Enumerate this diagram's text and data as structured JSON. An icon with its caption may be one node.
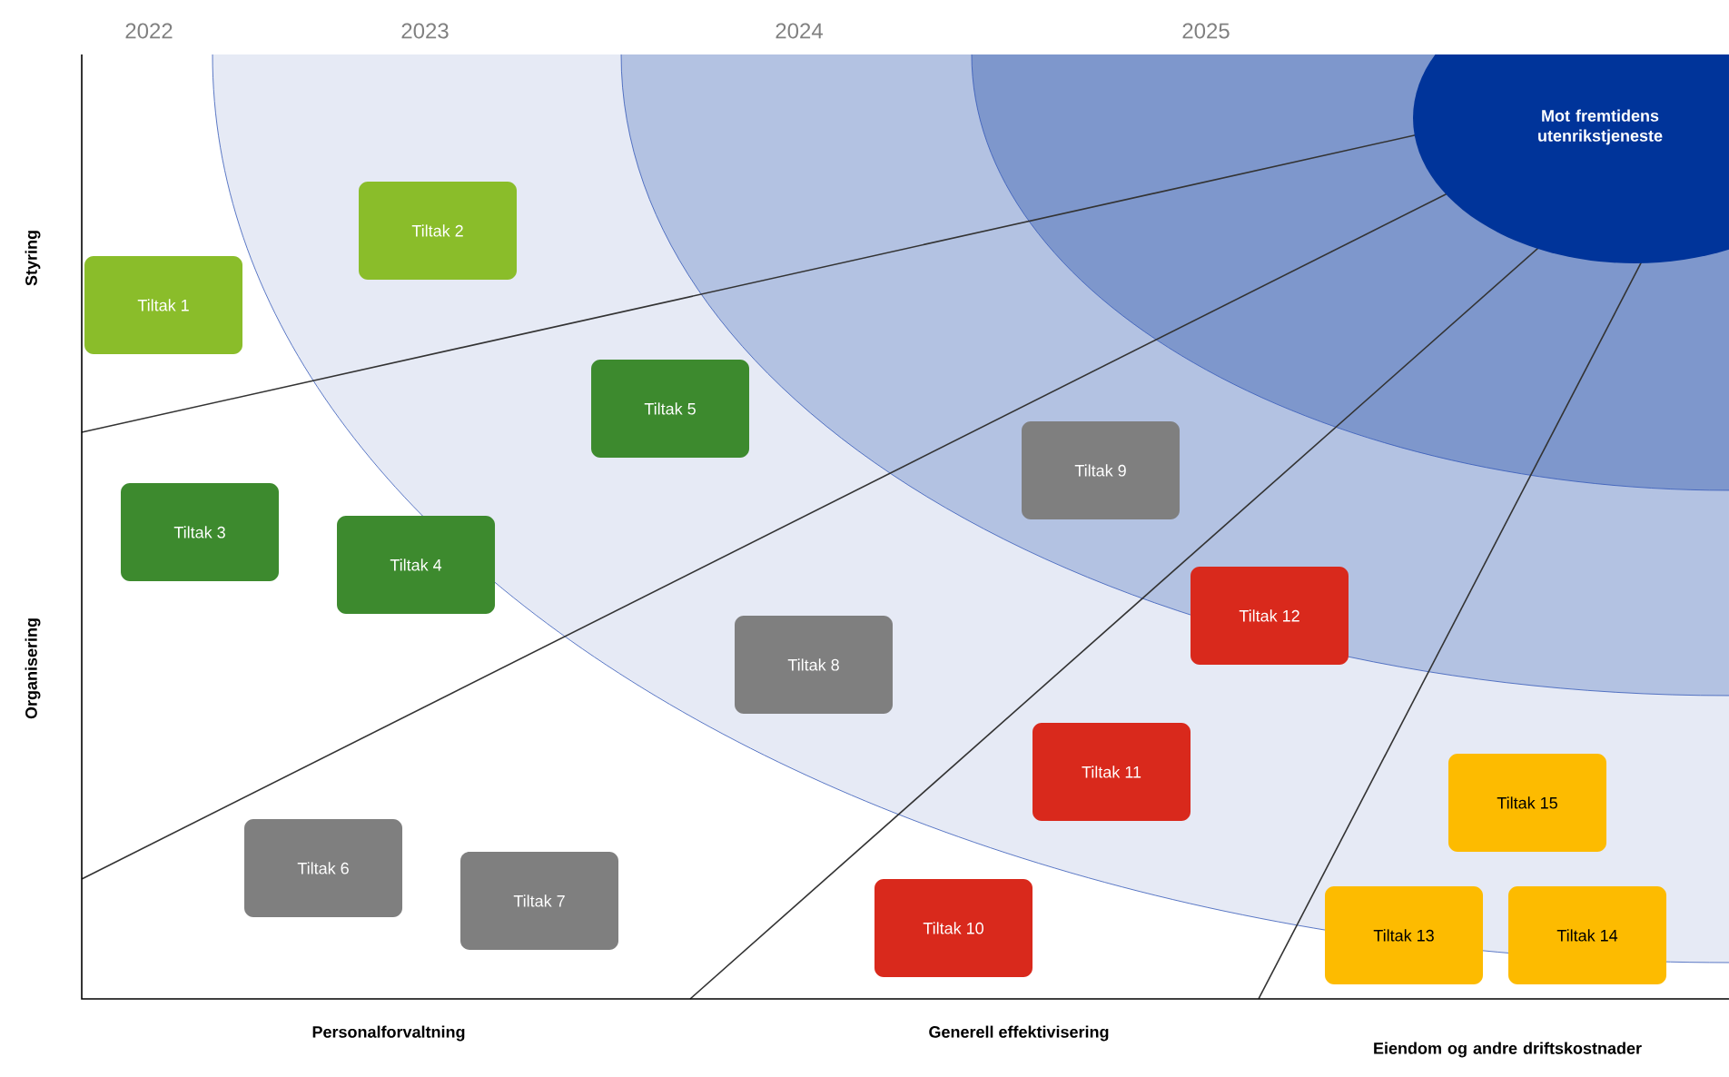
{
  "diagram": {
    "nodes": [
      {
        "text": [
          "Mot fremtidens utenrikstjeneste"
        ]
      },
      {
        "text": [
          "Tiltak 1"
        ]
      },
      {
        "text": [
          "Tiltak 2"
        ]
      },
      {
        "text": [
          "Tiltak 3"
        ]
      },
      {
        "text": [
          "Tiltak 4"
        ]
      },
      {
        "text": [
          "Tiltak 5"
        ]
      },
      {
        "text": [
          "Tiltak 6"
        ]
      },
      {
        "text": [
          "Tiltak 7"
        ]
      },
      {
        "text": [
          "Tiltak 8"
        ]
      },
      {
        "text": [
          "Tiltak 9"
        ]
      },
      {
        "text": [
          "Tiltak 10"
        ]
      },
      {
        "text": [
          "Tiltak 11"
        ]
      },
      {
        "text": [
          "Tiltak 12"
        ]
      },
      {
        "text": [
          "Tiltak 13"
        ]
      },
      {
        "text": [
          "Tiltak 14"
        ]
      },
      {
        "text": [
          "Tiltak 15"
        ]
      }
    ],
    "edges": [],
    "labels": [
      "2022",
      "2023",
      "2024",
      "2025",
      "Styring",
      "Organisering",
      "Personalforvaltning",
      "Generell effektivisering",
      "Eiendom og andre driftskostnader"
    ]
  }
}
